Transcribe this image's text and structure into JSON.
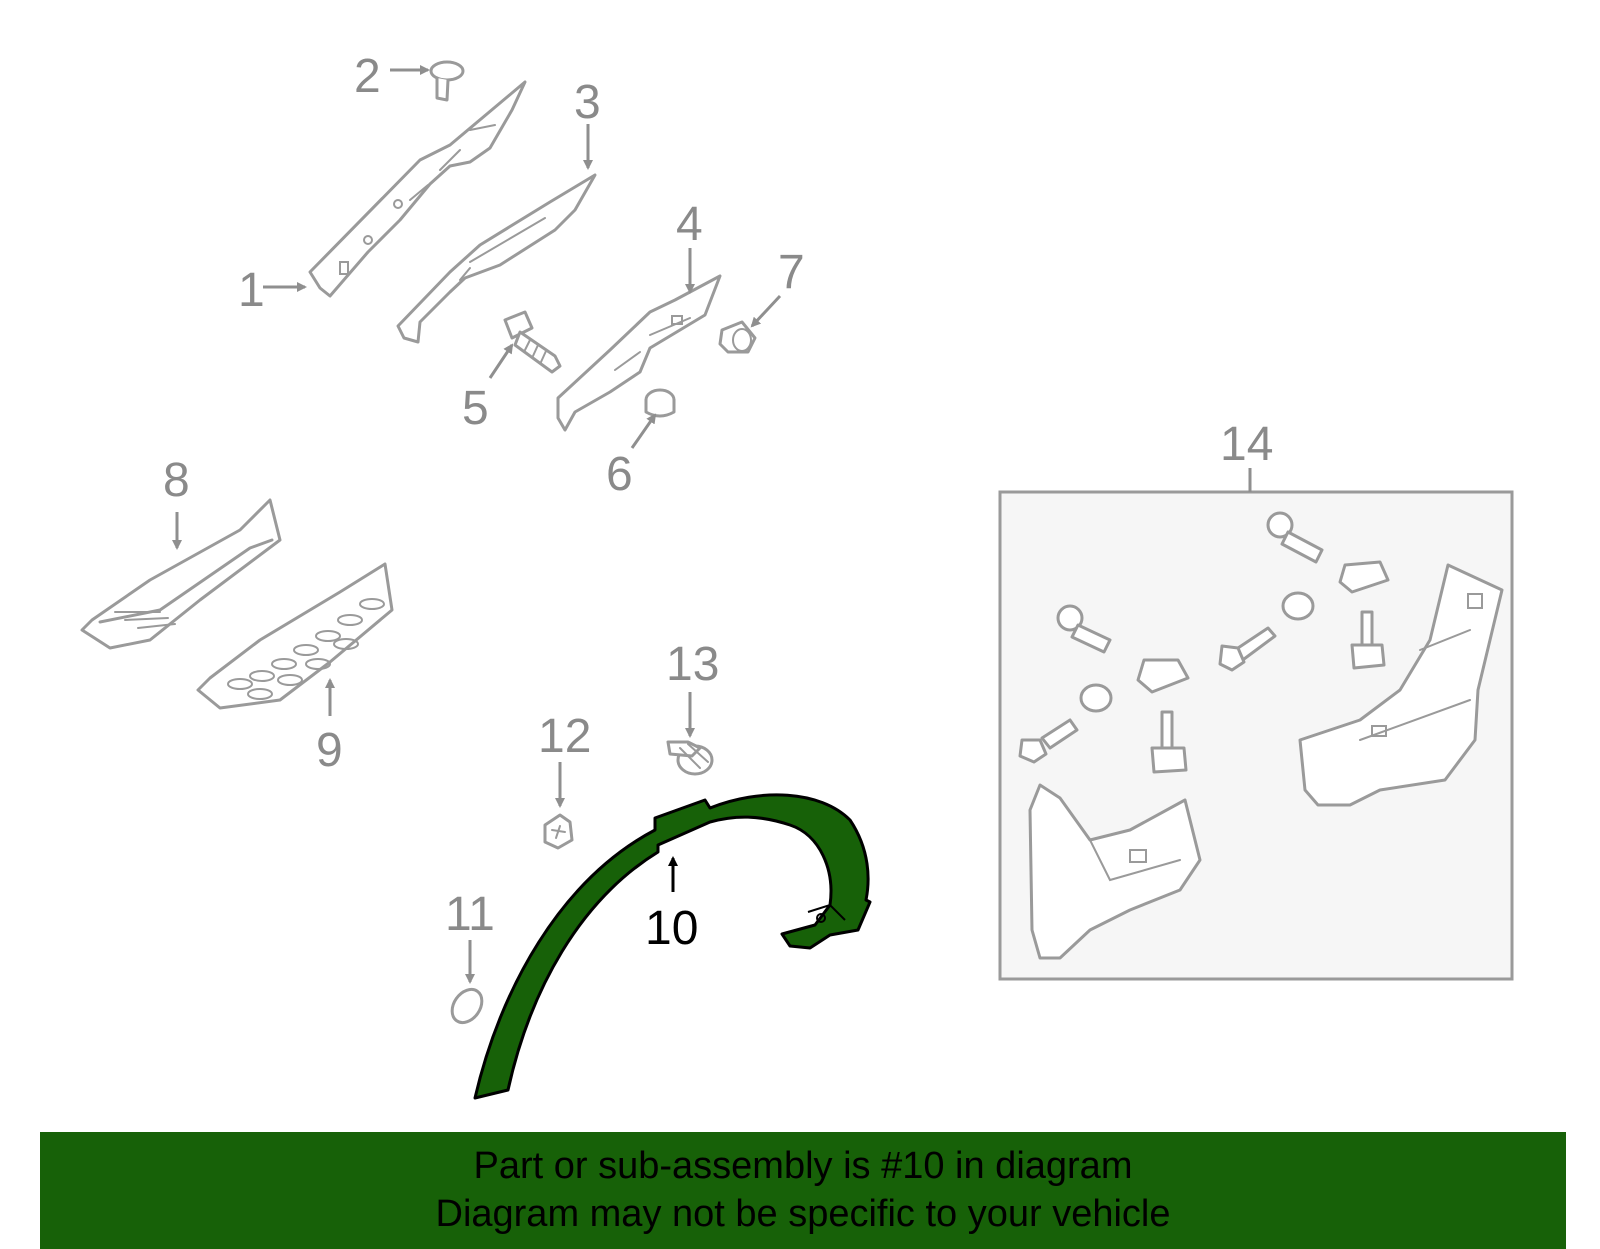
{
  "diagram": {
    "callouts": [
      "1",
      "2",
      "3",
      "4",
      "5",
      "6",
      "7",
      "8",
      "9",
      "10",
      "11",
      "12",
      "13",
      "14"
    ],
    "highlighted_callout": "10",
    "highlight_color": "#176108",
    "part_stroke_color": "#9a9a9a",
    "kit_box_fill": "#f6f6f6"
  },
  "banner": {
    "line1": "Part or sub-assembly is #10 in diagram",
    "line2": "Diagram may not be specific to your vehicle",
    "color": "#176108"
  }
}
